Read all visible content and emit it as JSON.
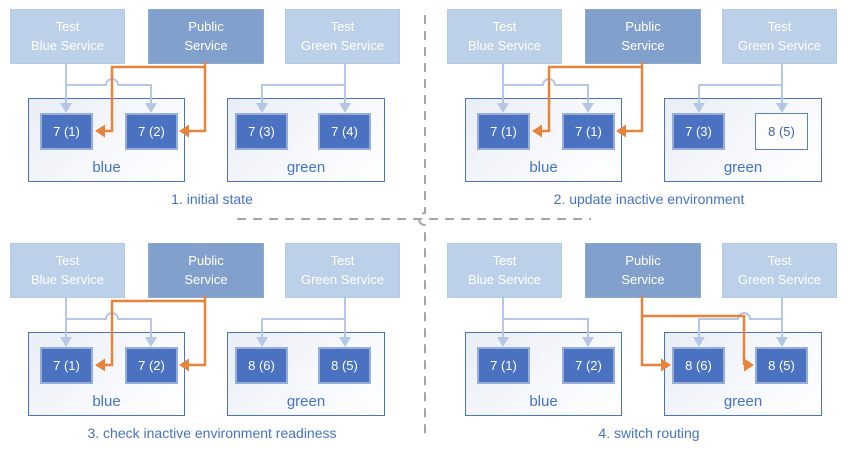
{
  "diagram": {
    "colors": {
      "public_route_orange": "#E8833A",
      "test_route_light_blue": "#B4C7E7",
      "pod_fill_blue": "#4A72C0",
      "service_box_light_blue": "#BDD0E9",
      "service_box_medium_blue": "#81A0CB",
      "label_text_blue": "#4472C4",
      "divider_gray": "#A6A6A6"
    },
    "quadrants": [
      {
        "caption": "1. initial state",
        "services": [
          {
            "label": "Test\nBlue Service"
          },
          {
            "label": "Public\nService"
          },
          {
            "label": "Test\nGreen Service"
          }
        ],
        "environments": [
          {
            "label": "blue",
            "pods": [
              {
                "label": "7 (1)",
                "variant": "solid"
              },
              {
                "label": "7 (2)",
                "variant": "solid"
              }
            ]
          },
          {
            "label": "green",
            "pods": [
              {
                "label": "7 (3)",
                "variant": "solid"
              },
              {
                "label": "7 (4)",
                "variant": "solid"
              }
            ]
          }
        ],
        "public_routes_to": "blue"
      },
      {
        "caption": "2. update inactive environment",
        "services": [
          {
            "label": "Test\nBlue Service"
          },
          {
            "label": "Public\nService"
          },
          {
            "label": "Test\nGreen Service"
          }
        ],
        "environments": [
          {
            "label": "blue",
            "pods": [
              {
                "label": "7 (1)",
                "variant": "solid"
              },
              {
                "label": "7 (1)",
                "variant": "solid"
              }
            ]
          },
          {
            "label": "green",
            "pods": [
              {
                "label": "7 (3)",
                "variant": "solid"
              },
              {
                "label": "8 (5)",
                "variant": "outline"
              }
            ]
          }
        ],
        "public_routes_to": "blue"
      },
      {
        "caption": "3. check inactive environment readiness",
        "services": [
          {
            "label": "Test\nBlue Service"
          },
          {
            "label": "Public\nService"
          },
          {
            "label": "Test\nGreen Service"
          }
        ],
        "environments": [
          {
            "label": "blue",
            "pods": [
              {
                "label": "7 (1)",
                "variant": "solid"
              },
              {
                "label": "7 (2)",
                "variant": "solid"
              }
            ]
          },
          {
            "label": "green",
            "pods": [
              {
                "label": "8 (6)",
                "variant": "solid"
              },
              {
                "label": "8 (5)",
                "variant": "solid"
              }
            ]
          }
        ],
        "public_routes_to": "blue"
      },
      {
        "caption": "4. switch routing",
        "services": [
          {
            "label": "Test\nBlue Service"
          },
          {
            "label": "Public\nService"
          },
          {
            "label": "Test\nGreen Service"
          }
        ],
        "environments": [
          {
            "label": "blue",
            "pods": [
              {
                "label": "7 (1)",
                "variant": "solid"
              },
              {
                "label": "7 (2)",
                "variant": "solid"
              }
            ]
          },
          {
            "label": "green",
            "pods": [
              {
                "label": "8 (6)",
                "variant": "solid"
              },
              {
                "label": "8 (5)",
                "variant": "solid"
              }
            ]
          }
        ],
        "public_routes_to": "green"
      }
    ]
  }
}
